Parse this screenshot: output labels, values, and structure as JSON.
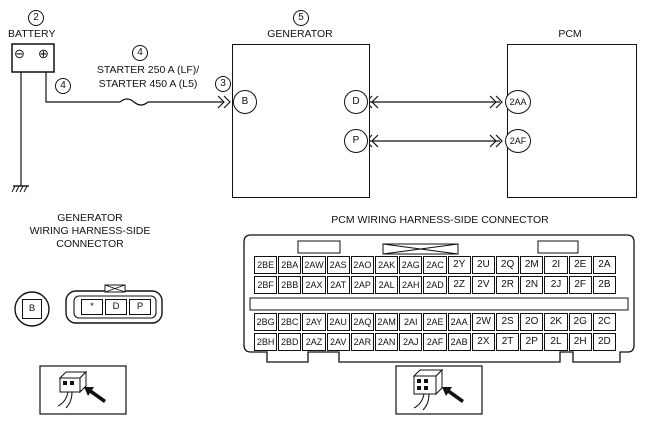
{
  "battery": {
    "num": "2",
    "title": "BATTERY",
    "minus": "⊖",
    "plus": "⊕"
  },
  "wire": {
    "num": "4",
    "num2": "4",
    "text1": "STARTER 250 A (LF)/",
    "text2": "STARTER 450 A (L5)",
    "num3": "3"
  },
  "generator": {
    "num": "5",
    "title": "GENERATOR",
    "pins": [
      "B",
      "D",
      "P"
    ]
  },
  "pcm": {
    "title": "PCM",
    "pins": [
      "2AA",
      "2AF"
    ]
  },
  "gen_connector": {
    "title_lines": [
      "GENERATOR",
      "WIRING HARNESS-SIDE",
      "CONNECTOR"
    ],
    "b_label": "B",
    "cells": [
      "*",
      "D",
      "P"
    ]
  },
  "pcm_connector": {
    "title": "PCM WIRING HARNESS-SIDE CONNECTOR",
    "rows": [
      [
        "2BE",
        "2BA",
        "2AW",
        "2AS",
        "2AO",
        "2AK",
        "2AG",
        "2AC",
        "2Y",
        "2U",
        "2Q",
        "2M",
        "2I",
        "2E",
        "2A"
      ],
      [
        "2BF",
        "2BB",
        "2AX",
        "2AT",
        "2AP",
        "2AL",
        "2AH",
        "2AD",
        "2Z",
        "2V",
        "2R",
        "2N",
        "2J",
        "2F",
        "2B"
      ],
      [
        "2BG",
        "2BC",
        "2AY",
        "2AU",
        "2AQ",
        "2AM",
        "2AI",
        "2AE",
        "2AA",
        "2W",
        "2S",
        "2O",
        "2K",
        "2G",
        "2C"
      ],
      [
        "2BH",
        "2BD",
        "2AZ",
        "2AV",
        "2AR",
        "2AN",
        "2AJ",
        "2AF",
        "2AB",
        "2X",
        "2T",
        "2P",
        "2L",
        "2H",
        "2D"
      ]
    ]
  }
}
